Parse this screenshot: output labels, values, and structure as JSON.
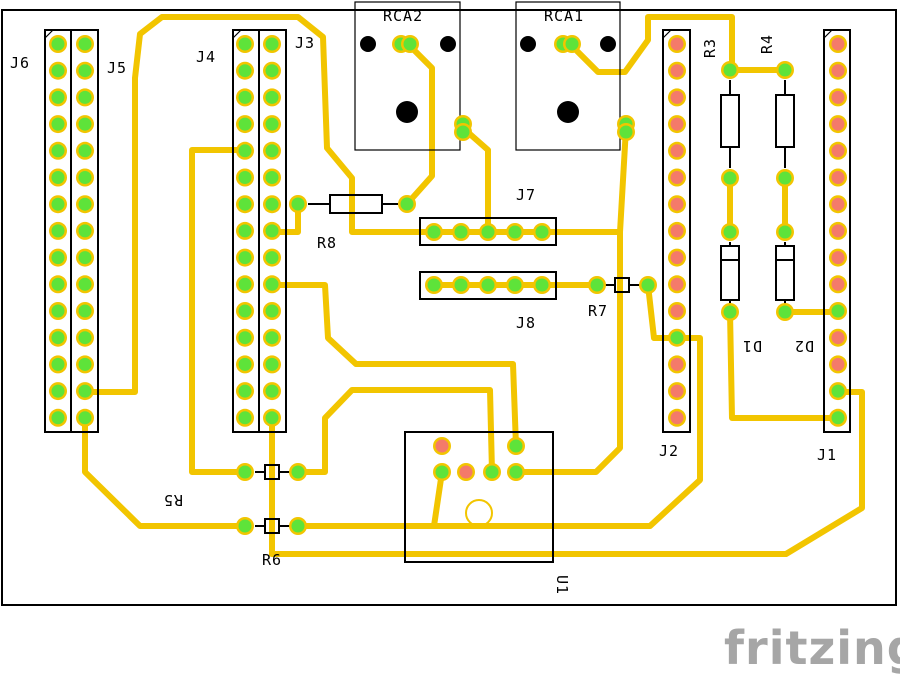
{
  "board": {
    "labels": {
      "j6": "J6",
      "j5": "J5",
      "j4": "J4",
      "j3": "J3",
      "rca2": "RCA2",
      "rca1": "RCA1",
      "r3": "R3",
      "r4": "R4",
      "j7": "J7",
      "r8": "R8",
      "j8": "J8",
      "r7": "R7",
      "d1": "D1",
      "d2": "D2",
      "j2": "J2",
      "j1": "J1",
      "r5": "R5",
      "r6": "R6",
      "u1": "U1"
    },
    "colors": {
      "trace": "#f2c500",
      "pad_green": "#5ee33a",
      "pad_red": "#f47a6a",
      "silkscreen": "#000000",
      "brand": "#a6a6a6"
    }
  },
  "brand": {
    "logo_text": "fritzing"
  }
}
